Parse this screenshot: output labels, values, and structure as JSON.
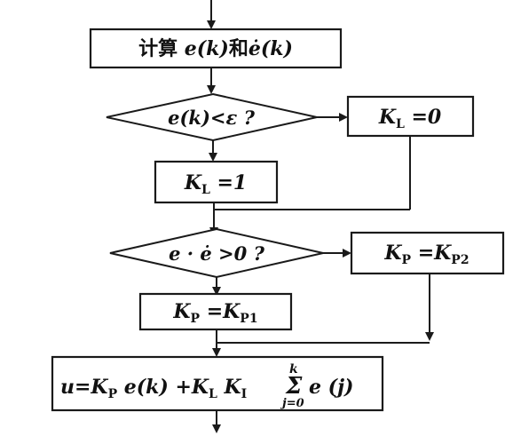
{
  "flowchart": {
    "compute_step": "计算 e(k)和ė(k)",
    "decision_error": "e(k)<ε ?",
    "kl_zero": "K_L = 0",
    "kl_one": "K_L = 1",
    "decision_sign": "e · ė > 0 ?",
    "kp_p2": "K_P = K_P2",
    "kp_p1": "K_P = K_P1",
    "control_law": "u = K_P e(k) + K_L K_I Σ_{j=0}^{k} e(j)"
  }
}
